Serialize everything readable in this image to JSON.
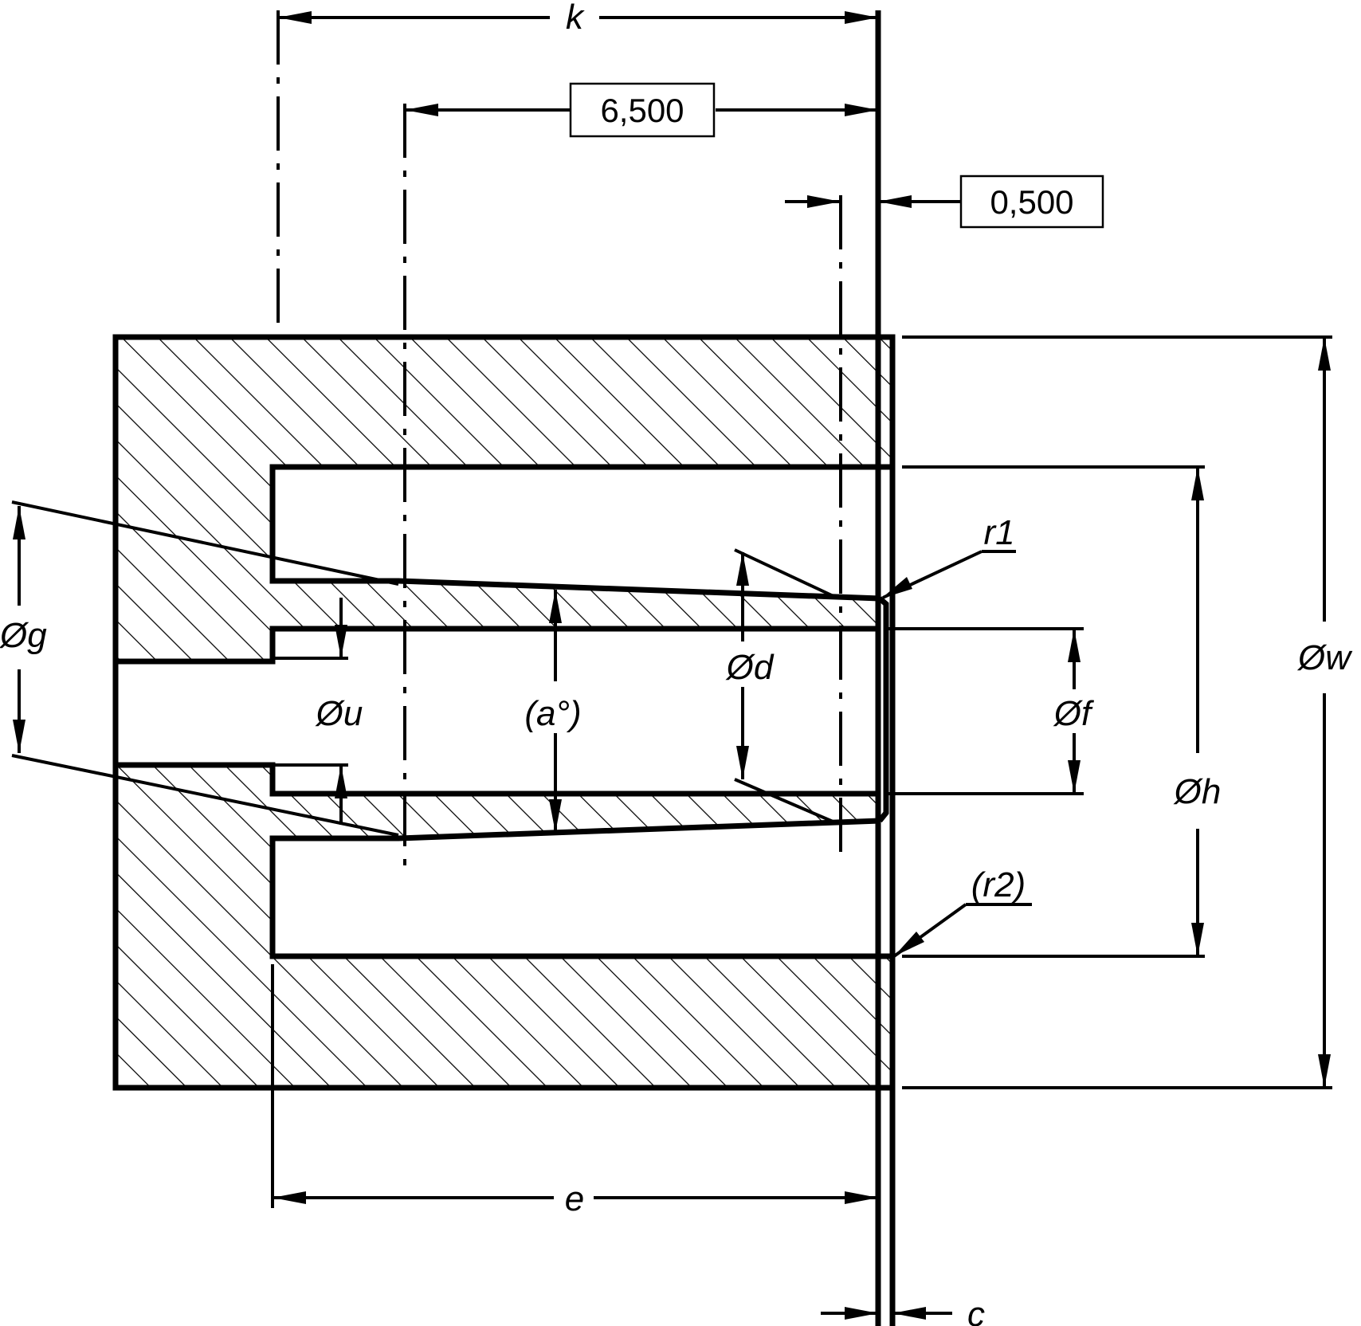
{
  "drawing": {
    "dims": {
      "k": "k",
      "e": "e",
      "c": "c",
      "six_five": "6,500",
      "zero_five": "0,500",
      "g": "Øg",
      "u": "Øu",
      "a": "(a°)",
      "d": "Ød",
      "f": "Øf",
      "h": "Øh",
      "w": "Øw",
      "r1": "r1",
      "r2": "(r2)"
    },
    "colors": {
      "line": "#000000",
      "background": "#ffffff"
    }
  }
}
